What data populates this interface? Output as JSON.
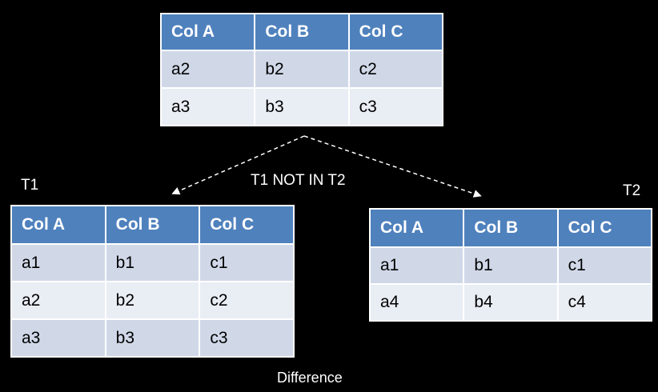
{
  "diagram": {
    "top_table": {
      "headers": [
        "Col A",
        "Col B",
        "Col C"
      ],
      "rows": [
        [
          "a2",
          "b2",
          "c2"
        ],
        [
          "a3",
          "b3",
          "c3"
        ]
      ]
    },
    "t1": {
      "label": "T1",
      "headers": [
        "Col A",
        "Col B",
        "Col C"
      ],
      "rows": [
        [
          "a1",
          "b1",
          "c1"
        ],
        [
          "a2",
          "b2",
          "c2"
        ],
        [
          "a3",
          "b3",
          "c3"
        ]
      ]
    },
    "t2": {
      "label": "T2",
      "headers": [
        "Col A",
        "Col B",
        "Col C"
      ],
      "rows": [
        [
          "a1",
          "b1",
          "c1"
        ],
        [
          "a4",
          "b4",
          "c4"
        ]
      ]
    },
    "operation_label": "T1 NOT IN T2",
    "caption": "Difference",
    "colors": {
      "header_bg": "#4f81bd",
      "row_odd_bg": "#d0d8e8",
      "row_even_bg": "#e9edf4",
      "background": "#000000",
      "text_light": "#ffffff"
    }
  }
}
